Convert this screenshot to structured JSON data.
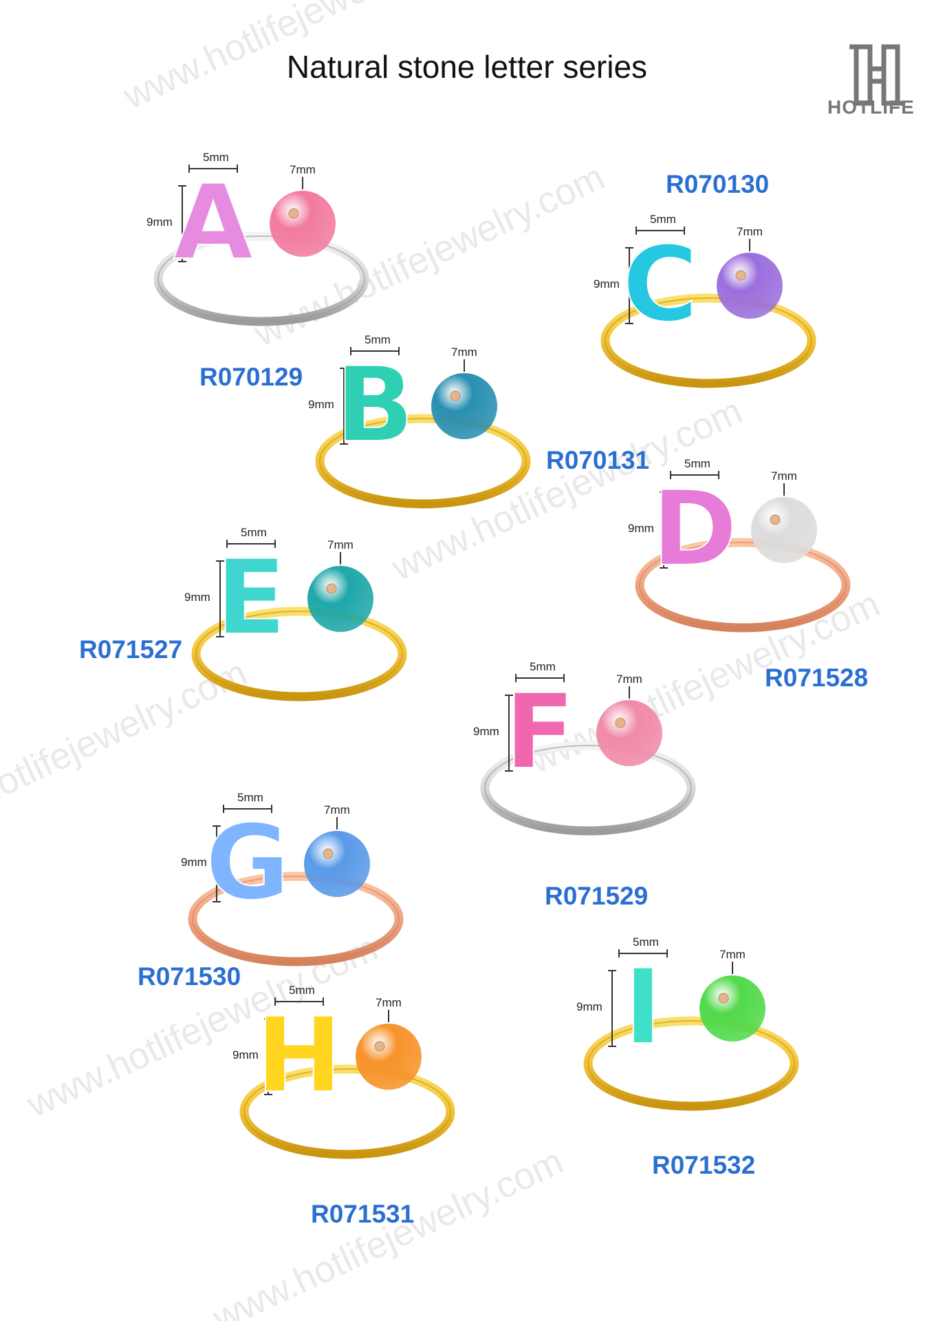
{
  "title": "Natural stone letter series",
  "brand": {
    "name": "HOTLIFE",
    "color": "#777777"
  },
  "watermark": "www.hotlifejewelry.com",
  "accent_color": "#2a6fd1",
  "dimensions": {
    "width": "5mm",
    "height": "9mm",
    "stone": "7mm"
  },
  "rings": [
    {
      "code": "R070129",
      "letter": "A",
      "metal": "silver",
      "letter_color": "#e58ce0",
      "stone_color": "#f27ba0"
    },
    {
      "code": "R070130",
      "letter": "C",
      "metal": "gold",
      "letter_color": "#25c8e0",
      "stone_color": "#9b6fdc"
    },
    {
      "code": "R070131",
      "letter": "B",
      "metal": "gold",
      "letter_color": "#2fcfb4",
      "stone_color": "#2a8fb0"
    },
    {
      "code": "R071528",
      "letter": "D",
      "metal": "rose",
      "letter_color": "#e77bd8",
      "stone_color": "#dcdcdc"
    },
    {
      "code": "R071527",
      "letter": "E",
      "metal": "gold",
      "letter_color": "#3fd6cf",
      "stone_color": "#1fa7a9"
    },
    {
      "code": "R071529",
      "letter": "F",
      "metal": "silver",
      "letter_color": "#f067b0",
      "stone_color": "#f08aa8"
    },
    {
      "code": "R071530",
      "letter": "G",
      "metal": "rose",
      "letter_color": "#7fb5ff",
      "stone_color": "#5a9ae8"
    },
    {
      "code": "R071532",
      "letter": "I",
      "metal": "gold",
      "letter_color": "#3fe0c8",
      "stone_color": "#52d94a"
    },
    {
      "code": "R071531",
      "letter": "H",
      "metal": "gold",
      "letter_color": "#ffd51f",
      "stone_color": "#f7932a"
    }
  ]
}
